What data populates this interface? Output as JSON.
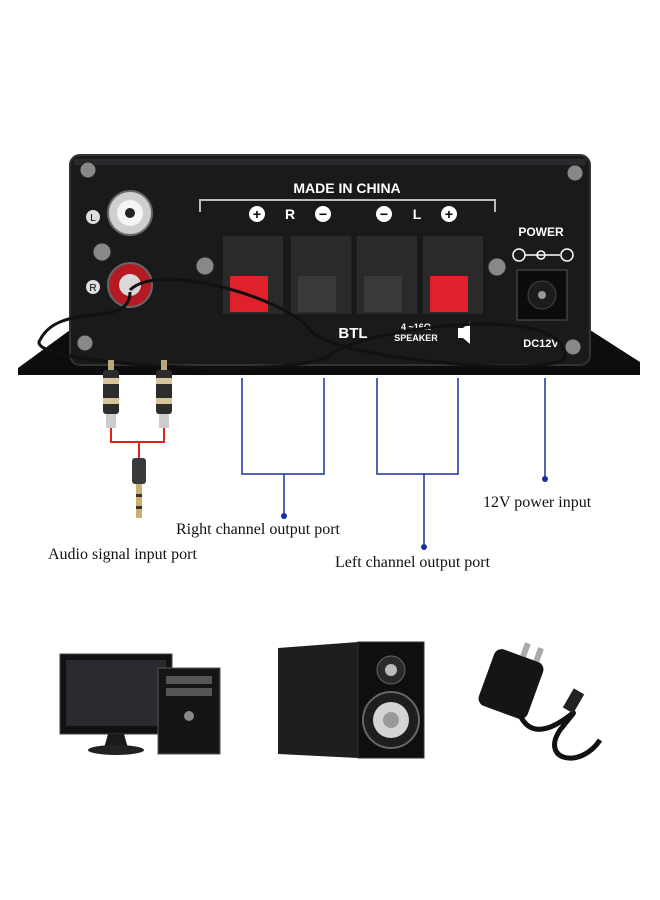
{
  "amplifier": {
    "made_in": "MADE IN CHINA",
    "power_label": "POWER",
    "power_rating": "DC12V",
    "channel_left": "L",
    "channel_right": "R",
    "input_left": "L",
    "input_right": "R",
    "btl_label": "BTL",
    "impedance_label": "4 ~16Ω",
    "speaker_label": "SPEAKER"
  },
  "callouts": {
    "audio_input": "Audio signal input port",
    "right_output": "Right channel output port",
    "left_output": "Left channel output port",
    "power_input": "12V power input"
  },
  "colors": {
    "panel": "#1a1a1c",
    "callout_line": "#1b2f9c",
    "terminal_red": "#e0202a",
    "terminal_black": "#2a2a2a"
  },
  "accessories": [
    {
      "name": "desktop computer"
    },
    {
      "name": "bookshelf speaker"
    },
    {
      "name": "power adapter"
    }
  ]
}
